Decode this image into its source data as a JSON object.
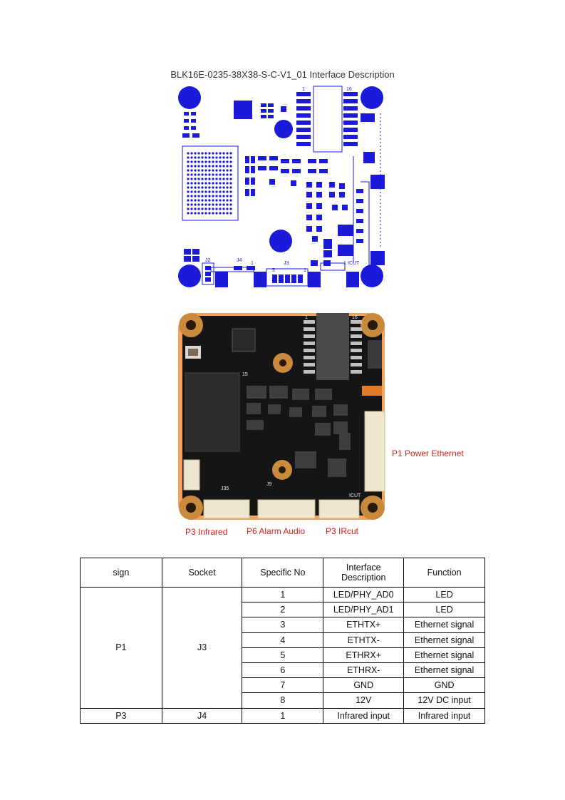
{
  "document": {
    "title": "BLK16E-0235-38X38-S-C-V1_01 Interface Description"
  },
  "layout_drawing": {
    "labels": {
      "pin1": "1",
      "pin16": "16",
      "j2": "J2",
      "j4": "J4",
      "j3": "J3",
      "j3_pin5": "5",
      "j3_pin1": "1",
      "j4_pin1": "1",
      "icut": "ICUT",
      "icut_pin1": "1"
    },
    "colors": {
      "copper": "#1a1ad8",
      "silk": "#1a1ad8",
      "background": "#ffffff"
    }
  },
  "board_photo": {
    "silk_labels": {
      "pin1": "1",
      "pin16": "16",
      "j35": "J35",
      "j9": "J9",
      "icut": "ICUT",
      "j15": "15"
    },
    "colors": {
      "pcb": "#151515",
      "gold": "#c98a3c",
      "connector": "#efe6cf",
      "orange": "#f2a55a"
    }
  },
  "callouts": {
    "p1": "P1 Power Ethernet",
    "p3_infrared": "P3 Infrared",
    "p6": "P6 Alarm Audio",
    "p3_ircut": "P3 IRcut",
    "color": "#d42020"
  },
  "table": {
    "headers": [
      "sign",
      "Socket",
      "Specific No",
      "Interface Description",
      "Function"
    ],
    "header_interface_line1": "Interface",
    "header_interface_line2": "Description",
    "groups": [
      {
        "sign": "P1",
        "socket": "J3",
        "rows": [
          {
            "no": "1",
            "desc": "LED/PHY_AD0",
            "func": "LED"
          },
          {
            "no": "2",
            "desc": "LED/PHY_AD1",
            "func": "LED"
          },
          {
            "no": "3",
            "desc": "ETHTX+",
            "func": "Ethernet signal"
          },
          {
            "no": "4",
            "desc": "ETHTX-",
            "func": "Ethernet signal"
          },
          {
            "no": "5",
            "desc": "ETHRX+",
            "func": "Ethernet signal"
          },
          {
            "no": "6",
            "desc": "ETHRX-",
            "func": "Ethernet signal"
          },
          {
            "no": "7",
            "desc": "GND",
            "func": "GND"
          },
          {
            "no": "8",
            "desc": "12V",
            "func": "12V DC input"
          }
        ]
      },
      {
        "sign": "P3",
        "socket": "J4",
        "rows": [
          {
            "no": "1",
            "desc": "Infrared input",
            "func": "Infrared input"
          }
        ]
      }
    ]
  }
}
